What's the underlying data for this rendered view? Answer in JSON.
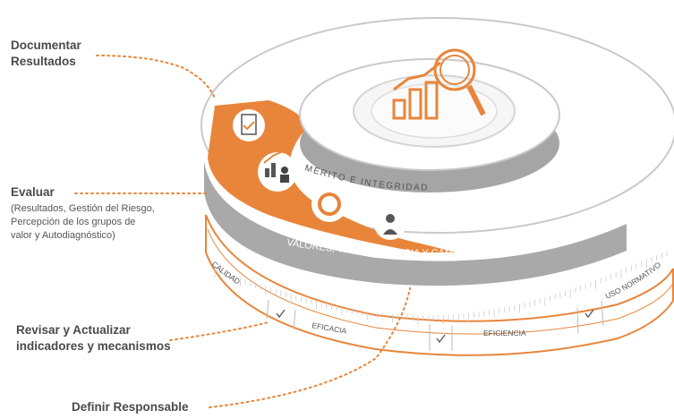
{
  "labels": {
    "documentar": {
      "line1": "Documentar",
      "line2": "Resultados"
    },
    "evaluar": {
      "title": "Evaluar",
      "detail_l1": "(Resultados, Gestión del Riesgo,",
      "detail_l2": "Percepción de los grupos de",
      "detail_l3": "valor y Autodiagnóstico)"
    },
    "revisar": {
      "line1": "Revisar y Actualizar",
      "line2": "indicadores y mecanismos"
    },
    "definir": "Definir Responsable"
  },
  "rings": {
    "inner": "MERITO  E  INTEGRIDAD",
    "middle": "VALORES, TRANSPARENCIA Y CAMBIO CULTURAL"
  },
  "ruler": {
    "calidad": "CALIDAD",
    "eficacia": "EFICACIA",
    "eficiencia": "EFICIENCIA",
    "uso": "USO NORMATIVO"
  },
  "colors": {
    "orange": "#e8853a",
    "gray": "#a8a8a8",
    "text": "#4a4a4a"
  }
}
